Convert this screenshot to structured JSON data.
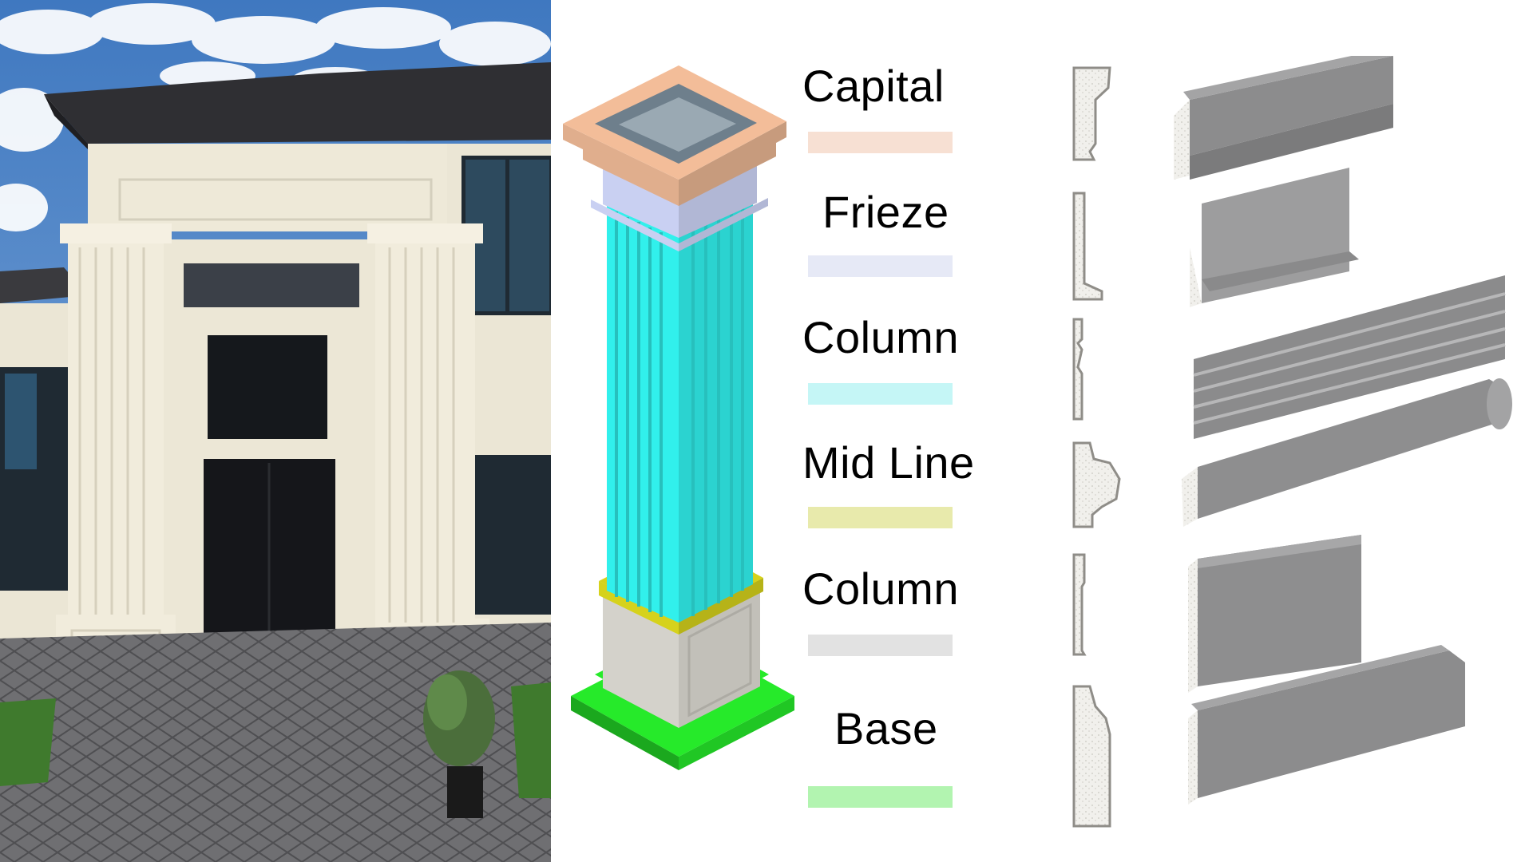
{
  "legend": {
    "items": [
      {
        "label": "Capital",
        "color": "#f7e0d3",
        "part_color": "#f3bd99"
      },
      {
        "label": "Frieze",
        "color": "#e6e9f6",
        "part_color": "#c9d0f2"
      },
      {
        "label": "Column",
        "color": "#c5f6f6",
        "part_color": "#31f0ec"
      },
      {
        "label": "Mid Line",
        "color": "#e8eaac",
        "part_color": "#d6d21c"
      },
      {
        "label": "Column",
        "color": "#e2e2e2",
        "part_color": "#c6c4bd"
      },
      {
        "label": "Base",
        "color": "#b2f4b0",
        "part_color": "#26ea2a"
      }
    ]
  },
  "icons": {
    "photo": "house-entrance-photo",
    "column": "column-assembly-3d",
    "profiles": "molding-profile-section"
  }
}
